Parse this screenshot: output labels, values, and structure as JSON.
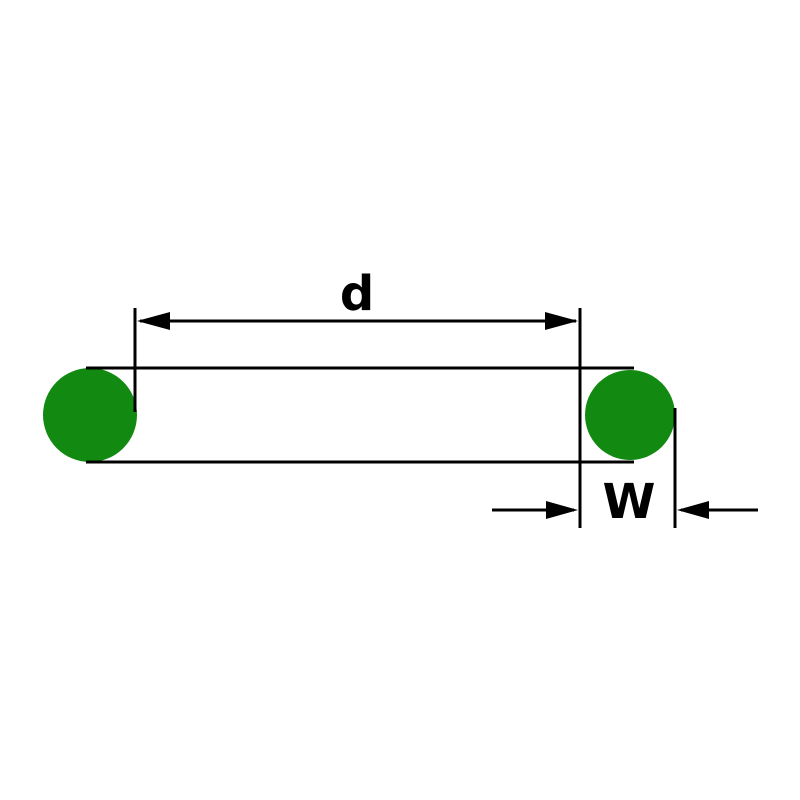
{
  "diagram": {
    "kind": "o-ring-dimension-drawing",
    "labels": {
      "inner_diameter": "d",
      "cross_section_width": "W"
    },
    "colors": {
      "ring": "#128a12",
      "line": "#000000",
      "background": "#ffffff"
    }
  }
}
